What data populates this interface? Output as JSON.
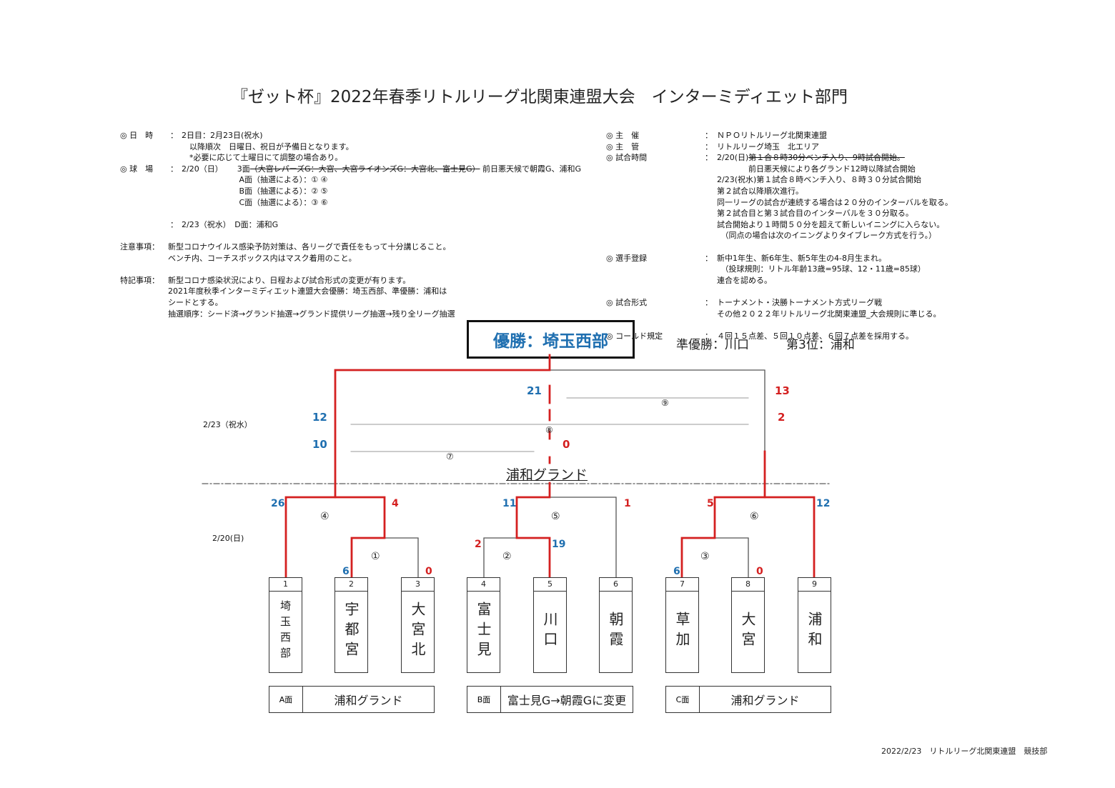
{
  "title": "『ゼット杯』2022年春季リトルリーグ北関東連盟大会　インターミディエット部門",
  "left_info": [
    {
      "label": "◎ 日　時",
      "value": "2日目：2月23日(祝水)",
      "strike": ""
    },
    {
      "label": "",
      "value": "　以降順次　日曜日、祝日が予備日となります。",
      "strike": ""
    },
    {
      "label": "",
      "value": "　*必要に応じて土曜日にて調整の場合あり。",
      "strike": ""
    },
    {
      "label": "◎ 球　場",
      "value": "2/20（日）　　 3面",
      "strike": "（大宮レパーズG：大宮、大宮ライオンズG：大宮北、富士見G）",
      "tail": "前日悪天候で朝霞G、浦和G"
    },
    {
      "label": "",
      "value": "　　　　　　　 A面（抽選による）：①  ④",
      "strike": ""
    },
    {
      "label": "",
      "value": "　　　　　　　 B面（抽選による）：②  ⑤",
      "strike": ""
    },
    {
      "label": "",
      "value": "　　　　　　　 C面（抽選による）：③  ⑥",
      "strike": ""
    },
    {
      "label": "",
      "value": "",
      "strike": ""
    },
    {
      "label": "",
      "value": "2/23（祝水）　D面：浦和G",
      "strike": "",
      "colon": true
    }
  ],
  "notes": [
    {
      "label": "注意事項：",
      "lines": [
        "新型コロナウイルス感染予防対策は、各リーグで責任をもって十分講じること。",
        "ベンチ内、コーチスボックス内はマスク着用のこと。"
      ]
    },
    {
      "label": "特記事項：",
      "lines": [
        "新型コロナ感染状況により、日程および試合形式の変更が有ります。",
        "2021年度秋季インターミディエット連盟大会優勝：埼玉西部、準優勝：浦和は",
        "シードとする。",
        "抽選順序：シード済→グランド抽選→グランド提供リーグ抽選→残り全リーグ抽選"
      ]
    }
  ],
  "right_info": [
    {
      "label": "◎ 主　催",
      "value": "ＮＰＯリトルリーグ北関東連盟"
    },
    {
      "label": "◎ 主　管",
      "value": "リトルリーグ埼玉　北エリア"
    },
    {
      "label": "◎ 試合時間",
      "value": "2/20(日)",
      "strike": "第１合８時30分ベンチ入り、9時試合開始。"
    },
    {
      "label": "",
      "value": "　　　　前日悪天候により各グランド12時以降試合開始"
    },
    {
      "label": "",
      "value": "2/23(祝水)第１試合８時ベンチ入り、８時３０分試合開始"
    },
    {
      "label": "",
      "value": "第２試合以降順次進行。"
    },
    {
      "label": "",
      "value": "同一リーグの試合が連続する場合は２０分のインターバルを取る。"
    },
    {
      "label": "",
      "value": "第２試合目と第３試合目のインターバルを３０分取る。"
    },
    {
      "label": "",
      "value": "試合開始より１時間５０分を超えて新しいイニングに入らない。"
    },
    {
      "label": "",
      "value": "　（同点の場合は次のイニングよりタイブレーク方式を行う。）"
    },
    {
      "label": "",
      "value": ""
    },
    {
      "label": "◎ 選手登録",
      "value": "新中1年生、新6年生、新5年生の4-8月生まれ。"
    },
    {
      "label": "",
      "value": "　（投球規則：リトル年齢13歳=95球、12・11歳=85球）"
    },
    {
      "label": "",
      "value": "連合を認める。"
    },
    {
      "label": "",
      "value": ""
    },
    {
      "label": "◎ 試合形式",
      "value": "トーナメント・決勝トーナメント方式リーグ戦"
    },
    {
      "label": "",
      "value": "その他２０２２年リトルリーグ北関東連盟_大会規則に準じる。"
    },
    {
      "label": "",
      "value": ""
    },
    {
      "label": "◎ コールド規定",
      "value": "４回１５点差、５回１０点差、６回７点差を採用する。"
    }
  ],
  "result": {
    "champion": "優勝：埼玉西部",
    "runner_up": "準優勝：川口",
    "third": "第3位：浦和"
  },
  "dates": {
    "final_day": "2/23（祝水）",
    "first_day": "2/20(日)"
  },
  "ground_label": "浦和グランド",
  "teams": [
    {
      "num": "1",
      "name": "埼玉西部"
    },
    {
      "num": "2",
      "name": "宇都宮"
    },
    {
      "num": "3",
      "name": "大宮北"
    },
    {
      "num": "4",
      "name": "富士見"
    },
    {
      "num": "5",
      "name": "川口"
    },
    {
      "num": "6",
      "name": "朝霞"
    },
    {
      "num": "7",
      "name": "草加"
    },
    {
      "num": "8",
      "name": "大宮"
    },
    {
      "num": "9",
      "name": "浦和"
    }
  ],
  "games": [
    {
      "no": "①",
      "left": "6",
      "right": "0"
    },
    {
      "no": "②",
      "left": "2",
      "right": "19"
    },
    {
      "no": "③",
      "left": "6",
      "right": "0"
    },
    {
      "no": "④",
      "left": "26",
      "right": "4"
    },
    {
      "no": "⑤",
      "left": "11",
      "right": "1"
    },
    {
      "no": "⑥",
      "left": "5",
      "right": "12"
    },
    {
      "no": "⑦",
      "left": "10",
      "right": "0"
    },
    {
      "no": "⑧",
      "left": "12",
      "right": "2"
    },
    {
      "no": "⑨",
      "left": "21",
      "right": "13"
    }
  ],
  "fields": [
    {
      "id": "A面",
      "name": "浦和グランド"
    },
    {
      "id": "B面",
      "name": "富士見G→朝霞Gに変更"
    },
    {
      "id": "C面",
      "name": "浦和グランド"
    }
  ],
  "footer": "2022/2/23　リトルリーグ北関東連盟　競技部",
  "colors": {
    "winner_line": "#d42020",
    "loser_line": "#555555",
    "blue_score": "#1f6fb0",
    "red_score": "#d42020"
  }
}
